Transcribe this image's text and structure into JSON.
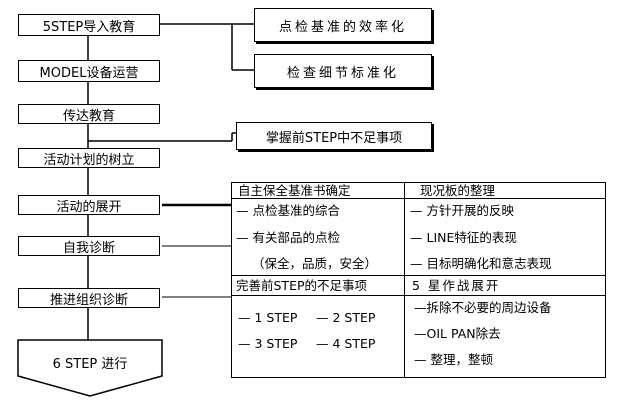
{
  "flow": {
    "steps": [
      {
        "label": "5STEP导入教育"
      },
      {
        "label": "MODEL设备运营"
      },
      {
        "label": "传达教育"
      },
      {
        "label": "活动计划的树立"
      },
      {
        "label": "活动的展开"
      },
      {
        "label": "自我诊断"
      },
      {
        "label": "推进组织诊断"
      }
    ],
    "final_label": "6 STEP 进行"
  },
  "side": {
    "efficiency": "点检基准的效率化",
    "standardize": "检查细节标准化",
    "grasp": "掌握前STEP中不足事项"
  },
  "table": {
    "h_left": "自主保全基准书确定",
    "h_right": "现况板的整理",
    "left_items": [
      "— 点检基准的综合",
      "— 有关部品的点检",
      "（保全，品质，安全）"
    ],
    "right_items": [
      "— 方针开展的反映",
      "— LINE特征的表现",
      "— 目标明确化和意志表现"
    ],
    "mid_left": "完善前STEP的不足事项",
    "mid_right": "5 星作战展开",
    "steps_row1": [
      "— 1 STEP",
      "— 2 STEP"
    ],
    "steps_row2": [
      "— 3 STEP",
      "— 4 STEP"
    ],
    "right_items2": [
      "—拆除不必要的周边设备",
      "—OIL PAN除去",
      "— 整理，整顿"
    ]
  }
}
